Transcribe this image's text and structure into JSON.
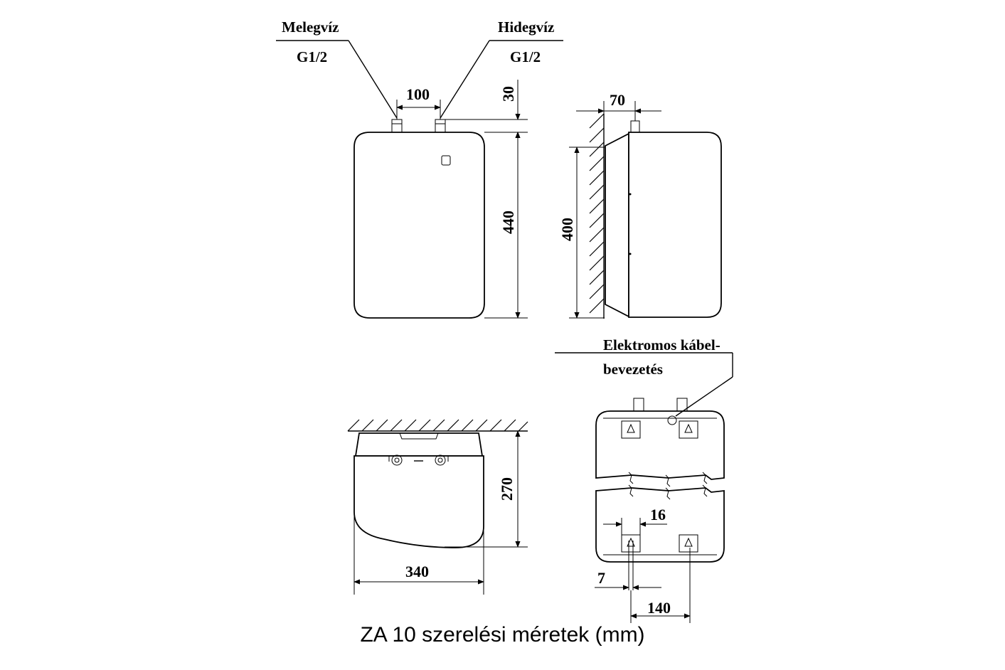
{
  "labels": {
    "hot_water": "Melegvíz",
    "hot_thread": "G1/2",
    "cold_water": "Hidegvíz",
    "cold_thread": "G1/2",
    "cable_line1": "Elektromos kábel-",
    "cable_line2": "bevezetés"
  },
  "dimensions": {
    "pipe_spacing": "100",
    "pipe_height": "30",
    "unit_height": "440",
    "side_depth": "70",
    "side_mount_height": "400",
    "depth": "270",
    "width": "340",
    "bracket_width": "16",
    "bracket_offset": "7",
    "bracket_spacing": "140"
  },
  "caption": "ZA 10 szerelési méretek (mm)"
}
